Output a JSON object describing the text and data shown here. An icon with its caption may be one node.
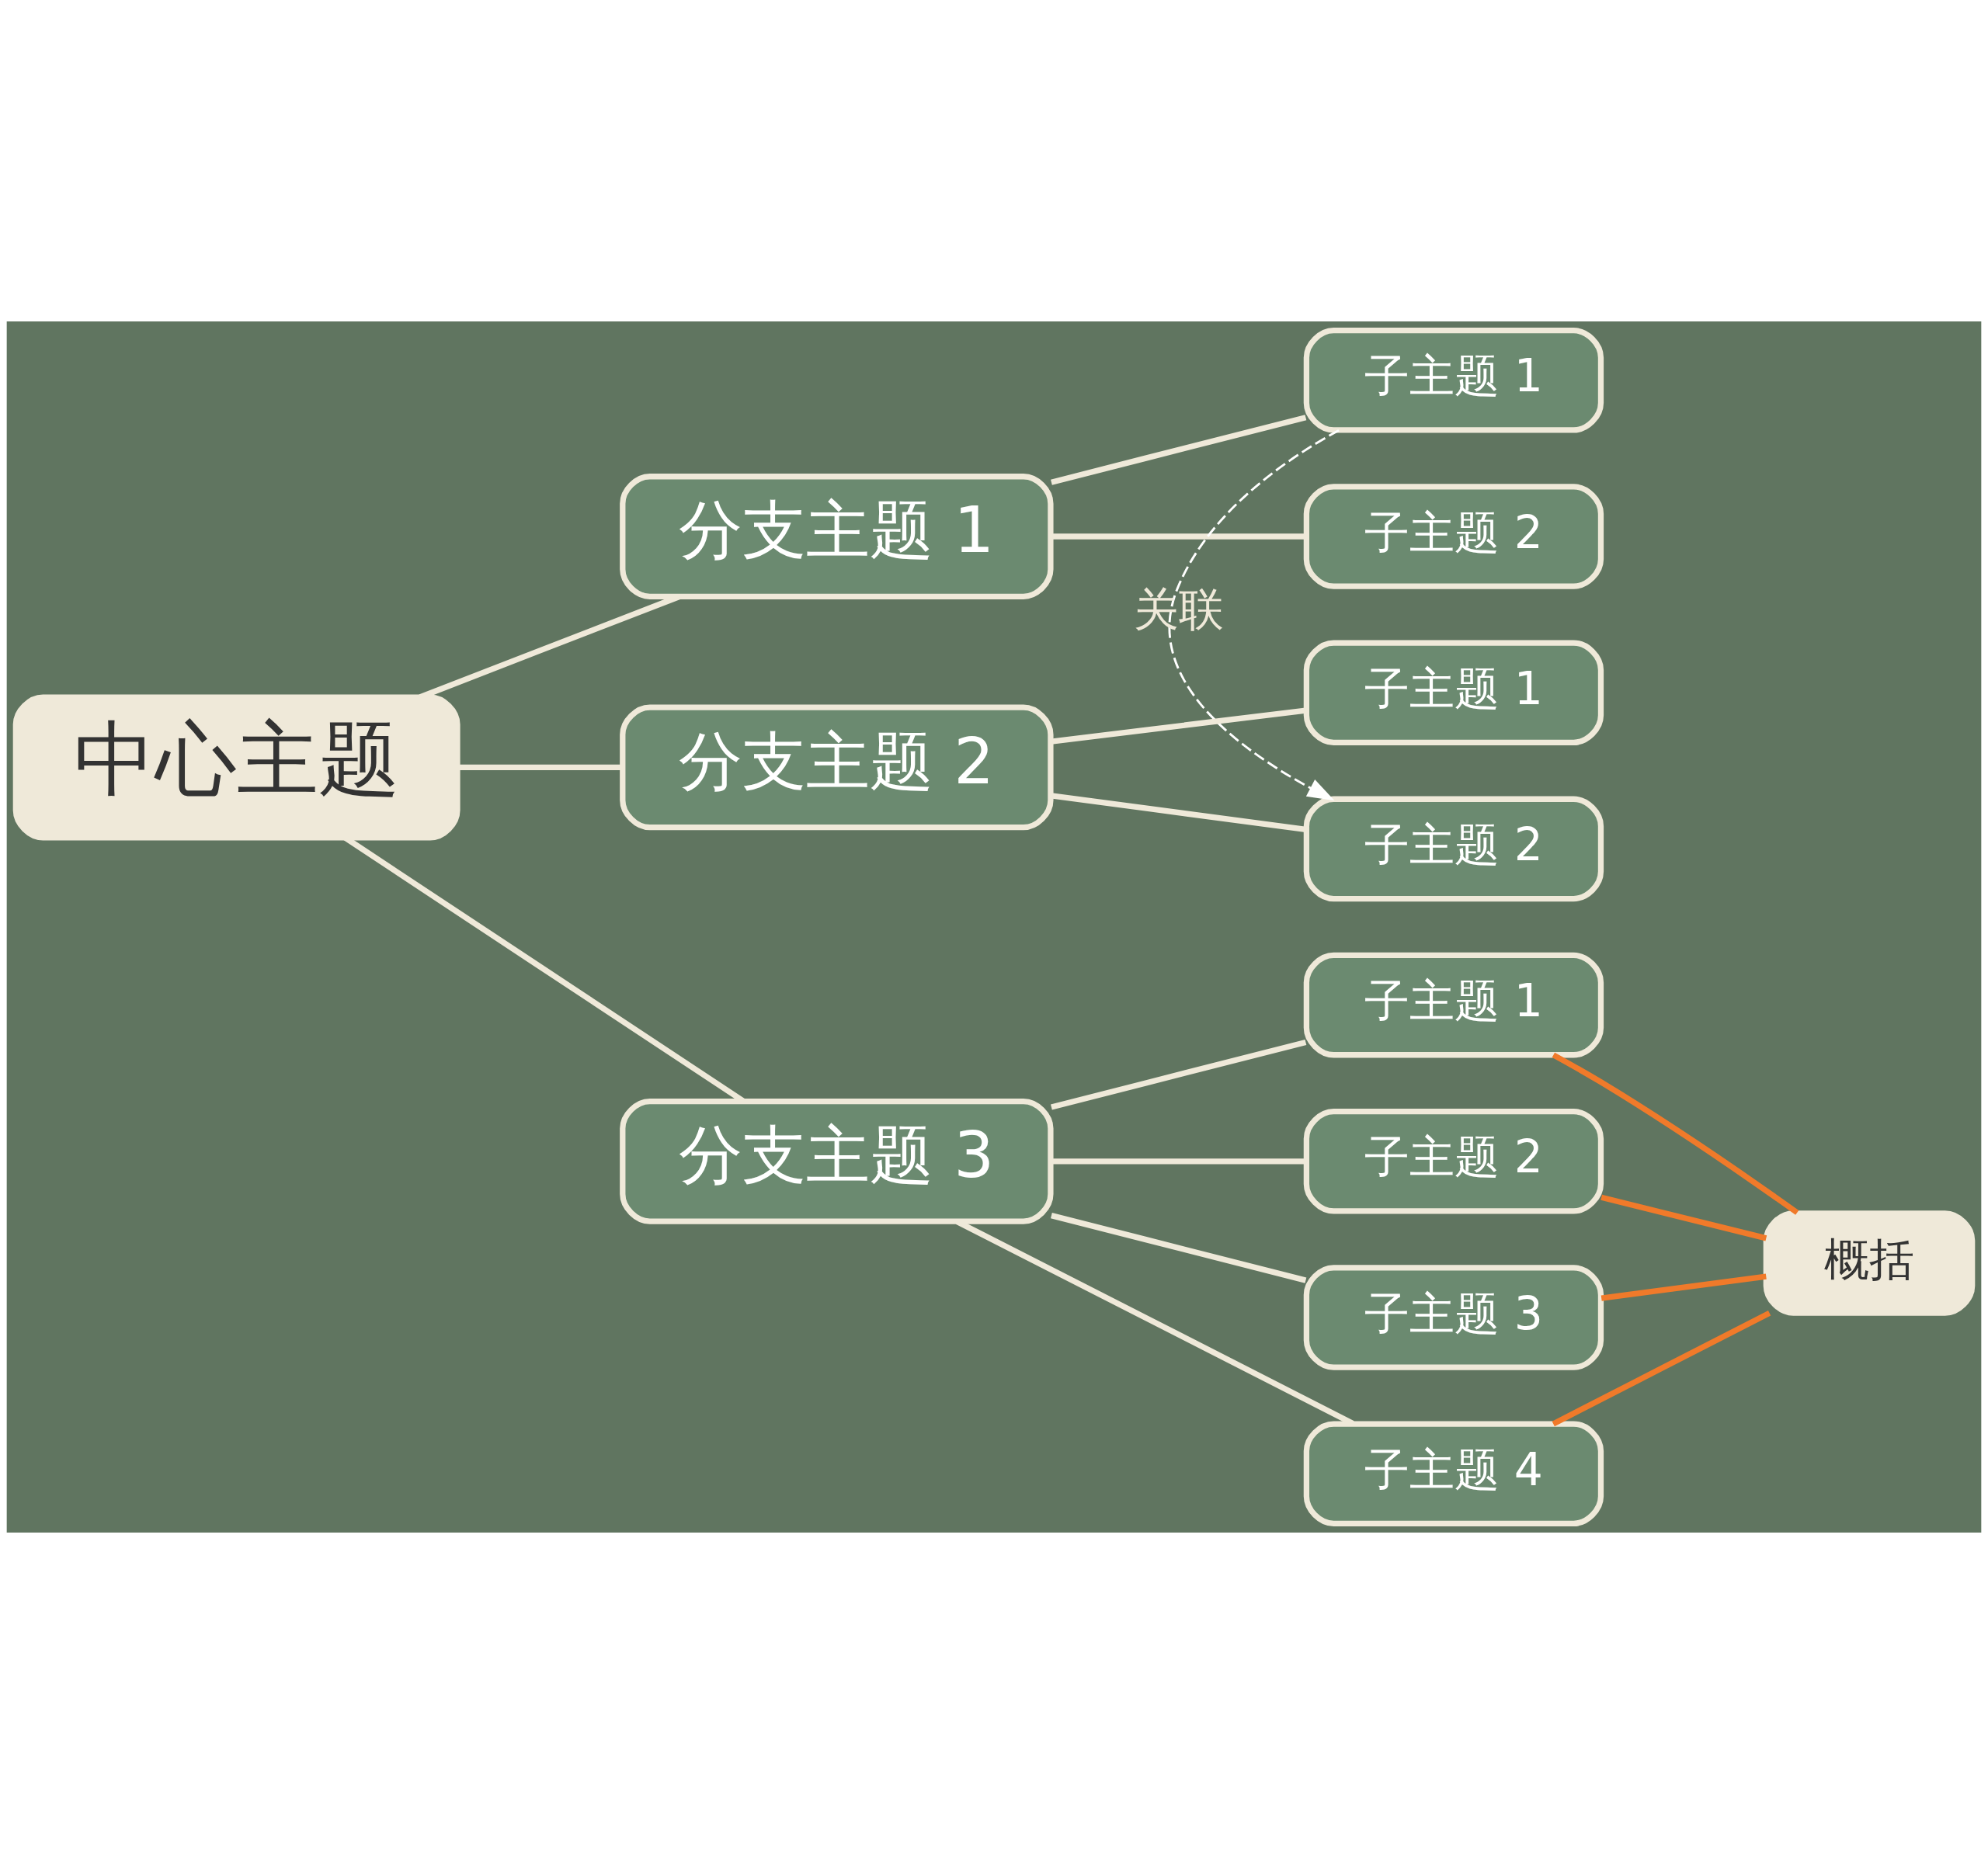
{
  "diagram": {
    "nodes": [
      {
        "text": [
          "中心主题"
        ]
      },
      {
        "text": [
          "分支主题 1"
        ]
      },
      {
        "text": [
          "子主题 1"
        ]
      },
      {
        "text": [
          "子主题 2"
        ]
      },
      {
        "text": [
          "分支主题 2"
        ]
      },
      {
        "text": [
          "子主题 1"
        ]
      },
      {
        "text": [
          "子主题 2"
        ]
      },
      {
        "text": [
          "分支主题 3"
        ]
      },
      {
        "text": [
          "子主题 1"
        ]
      },
      {
        "text": [
          "子主题 2"
        ]
      },
      {
        "text": [
          "子主题 3"
        ]
      },
      {
        "text": [
          "子主题 4"
        ]
      },
      {
        "text": [
          "概括"
        ]
      }
    ],
    "edges": [
      {
        "from": 0,
        "to": 1,
        "arrow": "none"
      },
      {
        "from": 1,
        "to": 2,
        "arrow": "none"
      },
      {
        "from": 1,
        "to": 3,
        "arrow": "none"
      },
      {
        "from": 0,
        "to": 4,
        "arrow": "none"
      },
      {
        "from": 4,
        "to": 5,
        "arrow": "none"
      },
      {
        "from": 4,
        "to": 6,
        "arrow": "none"
      },
      {
        "from": 0,
        "to": 7,
        "arrow": "none"
      },
      {
        "from": 7,
        "to": 8,
        "arrow": "none"
      },
      {
        "from": 7,
        "to": 9,
        "arrow": "none"
      },
      {
        "from": 7,
        "to": 10,
        "arrow": "none"
      },
      {
        "from": 7,
        "to": 11,
        "arrow": "none"
      },
      {
        "from": 2,
        "to": 6,
        "arrow": "to",
        "label": "关联",
        "style": "dashed",
        "color": "#ffffff"
      },
      {
        "from": 8,
        "to": 12,
        "arrow": "none",
        "color": "#f07a2a"
      },
      {
        "from": 9,
        "to": 12,
        "arrow": "none",
        "color": "#f07a2a"
      },
      {
        "from": 10,
        "to": 12,
        "arrow": "none",
        "color": "#f07a2a"
      },
      {
        "from": 11,
        "to": 12,
        "arrow": "none",
        "color": "#f07a2a"
      }
    ]
  }
}
